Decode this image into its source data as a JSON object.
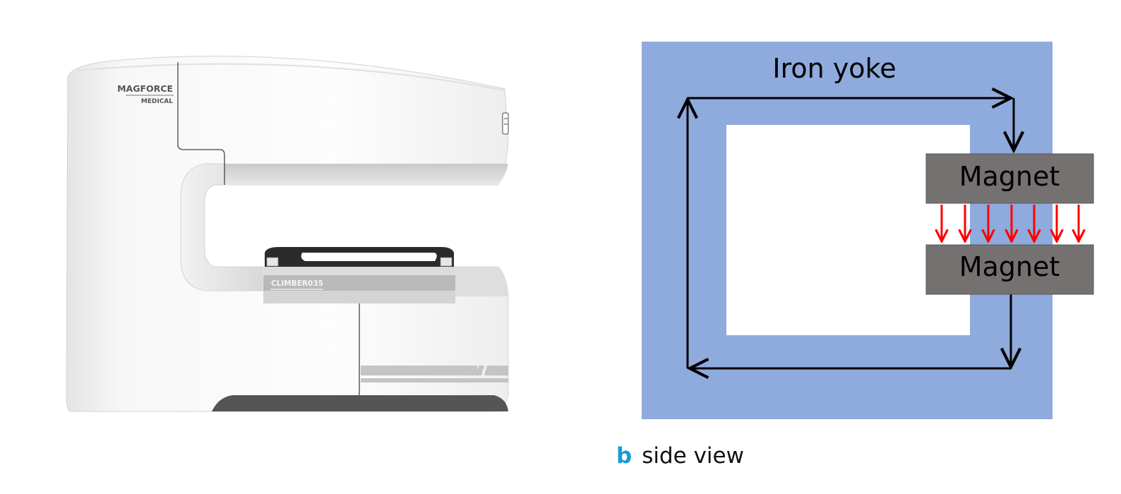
{
  "scanner": {
    "brand_top": "MAGFORCE",
    "brand_bottom": "MEDICAL",
    "model_label": "CLIMBER035"
  },
  "diagram": {
    "yoke_label": "Iron yoke",
    "magnet_top_label": "Magnet",
    "magnet_bottom_label": "Magnet",
    "colors": {
      "yoke": "#8faadc",
      "magnet": "#767171",
      "field_arrows": "#ff0000",
      "flux_path": "#000000"
    }
  },
  "caption": {
    "letter": "b",
    "text": "side view"
  }
}
